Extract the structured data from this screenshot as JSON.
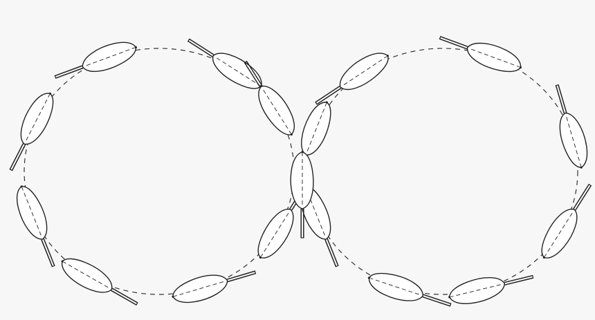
{
  "diagram": {
    "loops": [
      {
        "id": "left-loop",
        "segments": 8,
        "orientation": "tail-into-path"
      },
      {
        "id": "right-loop",
        "segments": 8,
        "orientation": "tail-into-path"
      }
    ],
    "center_item": "vertical-segment-at-junction",
    "colors": {
      "background": "#f7f7f7",
      "stroke": "#222222",
      "fill": "#ffffff",
      "dash": "#333333"
    }
  }
}
